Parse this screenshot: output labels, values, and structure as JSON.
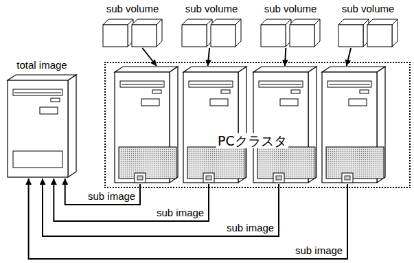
{
  "diagram": {
    "nodes": [
      {
        "text": [
          "sub volume"
        ]
      },
      {
        "text": [
          "sub volume"
        ]
      },
      {
        "text": [
          "sub volume"
        ]
      },
      {
        "text": [
          "sub volume"
        ]
      },
      {
        "text": [
          "total image"
        ]
      },
      {
        "text": [
          "PCクラスタ"
        ]
      },
      {
        "text": [],
        "in": 5
      },
      {
        "text": [],
        "in": 5
      },
      {
        "text": [],
        "in": 5
      },
      {
        "text": [],
        "in": 5
      }
    ],
    "edges": [
      {
        "from": 0,
        "to": 6,
        "arrow": "to"
      },
      {
        "from": 1,
        "to": 7,
        "arrow": "to"
      },
      {
        "from": 2,
        "to": 8,
        "arrow": "to"
      },
      {
        "from": 3,
        "to": 9,
        "arrow": "to"
      },
      {
        "from": 6,
        "to": 4,
        "label": "sub image",
        "arrow": "to"
      },
      {
        "from": 7,
        "to": 4,
        "label": "sub image",
        "arrow": "to"
      },
      {
        "from": 8,
        "to": 4,
        "label": "sub image",
        "arrow": "to"
      },
      {
        "from": 9,
        "to": 4,
        "label": "sub image",
        "arrow": "to"
      }
    ]
  }
}
